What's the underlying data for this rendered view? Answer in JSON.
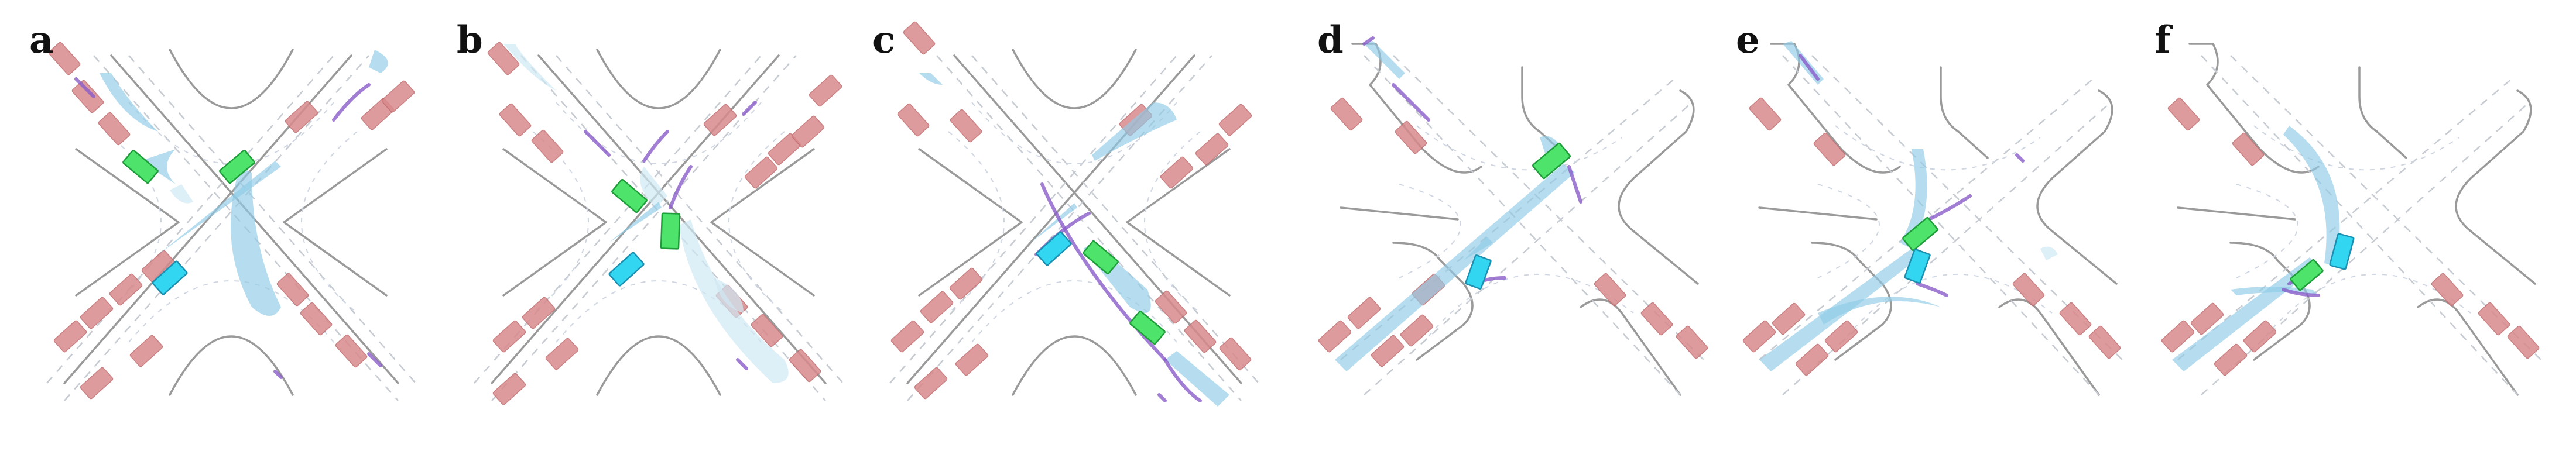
{
  "panels": [
    {
      "label": "a"
    },
    {
      "label": "b"
    },
    {
      "label": "c"
    },
    {
      "label": "d"
    },
    {
      "label": "e"
    },
    {
      "label": "f"
    }
  ],
  "colors": {
    "road_edge": "#9a9a9a",
    "parked_vehicle": "#d98a8c",
    "prediction_plume": "#8fcbe6",
    "trajectory": "#8a5cc9",
    "ego_vehicle": "#4ee36a",
    "agent_vehicle": "#33d6f0"
  }
}
